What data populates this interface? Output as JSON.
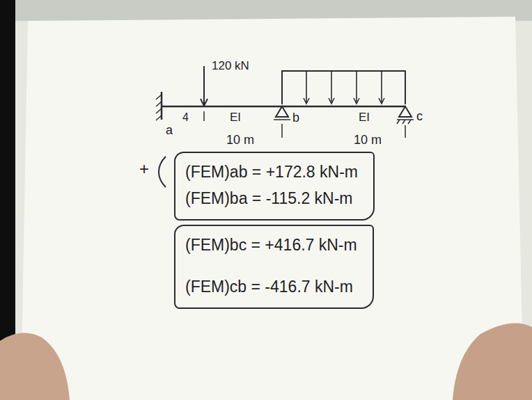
{
  "diagram": {
    "nodes": [
      {
        "text": [
          "(FEM)ab = +172.8 kN-m",
          "(FEM)ba = -115.2 kN-m"
        ]
      },
      {
        "text": [
          "(FEM)bc = +416.7 kN-m",
          "(FEM)cb = -416.7 kN-m"
        ]
      }
    ],
    "labels": [
      "120 kN",
      "4",
      "EI",
      "EI",
      "a",
      "b",
      "c",
      "10 m",
      "10 m",
      "+"
    ]
  }
}
